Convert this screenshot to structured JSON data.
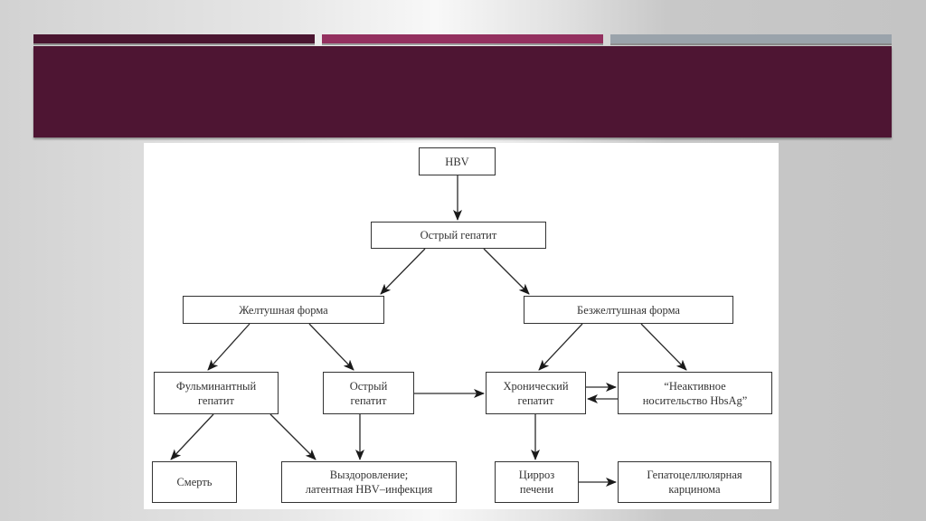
{
  "slide": {
    "title": "",
    "accent_colors": [
      "#4a1530",
      "#93305f",
      "#9aa3ab"
    ],
    "banner_color": "#4e1533"
  },
  "diagram": {
    "nodes": {
      "hbv": "HBV",
      "acute_hepatitis": "Острый гепатит",
      "icteric_form": "Желтушная форма",
      "anicteric_form": "Безжелтушная форма",
      "fulminant_hepatitis": "Фульминантный\nгепатит",
      "acute_hepatitis_2": "Острый\nгепатит",
      "chronic_hepatitis": "Хронический\nгепатит",
      "inactive_carrier": "“Неактивное\nносительство HbsAg”",
      "death": "Смерть",
      "recovery": "Выздоровление;\nлатентная HBV–инфекция",
      "cirrhosis": "Цирроз\nпечени",
      "hcc": "Гепатоцеллюлярная\nкарцинома"
    },
    "edges": [
      [
        "hbv",
        "acute_hepatitis"
      ],
      [
        "acute_hepatitis",
        "icteric_form"
      ],
      [
        "acute_hepatitis",
        "anicteric_form"
      ],
      [
        "icteric_form",
        "fulminant_hepatitis"
      ],
      [
        "icteric_form",
        "acute_hepatitis_2"
      ],
      [
        "anicteric_form",
        "chronic_hepatitis"
      ],
      [
        "anicteric_form",
        "inactive_carrier"
      ],
      [
        "acute_hepatitis_2",
        "chronic_hepatitis"
      ],
      [
        "chronic_hepatitis",
        "inactive_carrier"
      ],
      [
        "inactive_carrier",
        "chronic_hepatitis"
      ],
      [
        "fulminant_hepatitis",
        "death"
      ],
      [
        "fulminant_hepatitis",
        "recovery"
      ],
      [
        "acute_hepatitis_2",
        "recovery"
      ],
      [
        "chronic_hepatitis",
        "cirrhosis"
      ],
      [
        "cirrhosis",
        "hcc"
      ]
    ]
  }
}
